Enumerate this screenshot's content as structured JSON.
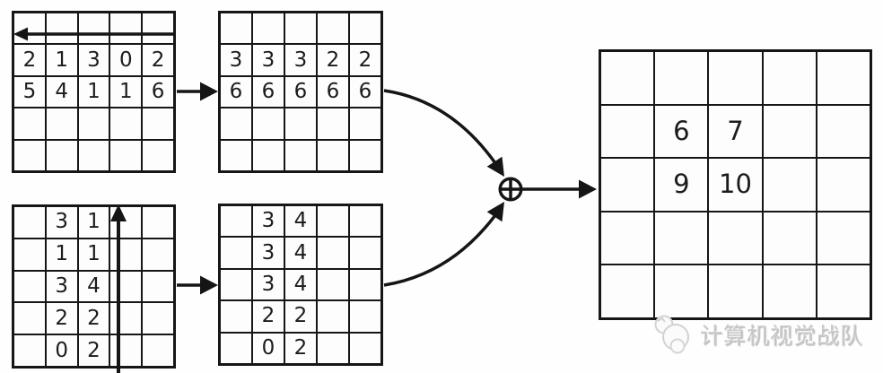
{
  "diagram": {
    "description": "shift-and-add feature map diagram",
    "operator": {
      "symbol": "⊕",
      "name": "circled-plus"
    }
  },
  "grids": {
    "top_left": {
      "label": "horizontal-shift input grid",
      "cells": [
        [
          "",
          "",
          "",
          "",
          ""
        ],
        [
          "2",
          "1",
          "3",
          "0",
          "2"
        ],
        [
          "5",
          "4",
          "1",
          "1",
          "6"
        ],
        [
          "",
          "",
          "",
          "",
          ""
        ],
        [
          "",
          "",
          "",
          "",
          ""
        ]
      ]
    },
    "top_mid": {
      "label": "horizontal-shift result grid",
      "cells": [
        [
          "",
          "",
          "",
          "",
          ""
        ],
        [
          "3",
          "3",
          "3",
          "2",
          "2"
        ],
        [
          "6",
          "6",
          "6",
          "6",
          "6"
        ],
        [
          "",
          "",
          "",
          "",
          ""
        ],
        [
          "",
          "",
          "",
          "",
          ""
        ]
      ]
    },
    "bottom_left": {
      "label": "vertical-shift input grid",
      "cells": [
        [
          "",
          "3",
          "1",
          "",
          ""
        ],
        [
          "",
          "1",
          "1",
          "",
          ""
        ],
        [
          "",
          "3",
          "4",
          "",
          ""
        ],
        [
          "",
          "2",
          "2",
          "",
          ""
        ],
        [
          "",
          "0",
          "2",
          "",
          ""
        ]
      ]
    },
    "bottom_mid": {
      "label": "vertical-shift result grid",
      "cells": [
        [
          "",
          "3",
          "4",
          "",
          ""
        ],
        [
          "",
          "3",
          "4",
          "",
          ""
        ],
        [
          "",
          "3",
          "4",
          "",
          ""
        ],
        [
          "",
          "2",
          "2",
          "",
          ""
        ],
        [
          "",
          "0",
          "2",
          "",
          ""
        ]
      ]
    },
    "output": {
      "label": "output grid",
      "cells": [
        [
          "",
          "",
          "",
          "",
          ""
        ],
        [
          "",
          "6",
          "7",
          "",
          ""
        ],
        [
          "",
          "9",
          "10",
          "",
          ""
        ],
        [
          "",
          "",
          "",
          "",
          ""
        ],
        [
          "",
          "",
          "",
          "",
          ""
        ]
      ]
    }
  },
  "watermark": {
    "text": "计算机视觉战队"
  },
  "colors": {
    "background": "#fefefe",
    "line": "#161616",
    "number": "#1c1c1c",
    "watermark": "#c9c9c9"
  }
}
